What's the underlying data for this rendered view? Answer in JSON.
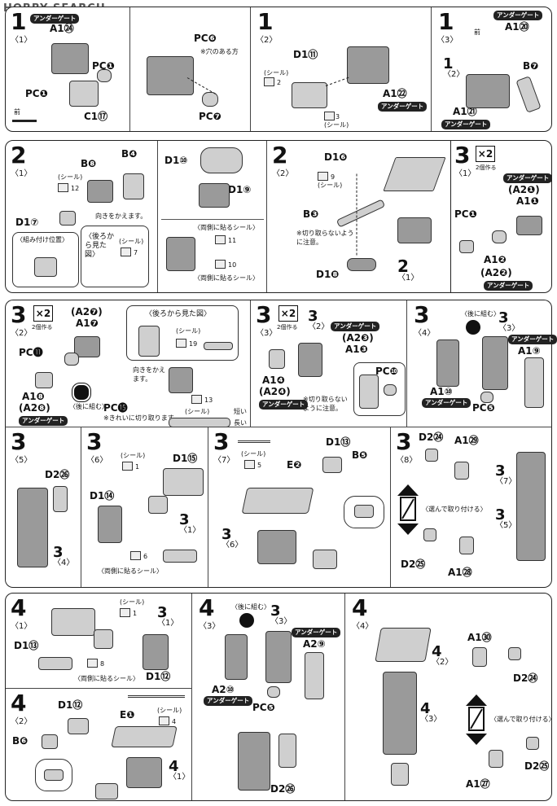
{
  "header": {
    "brand": "HOBBY SEARCH"
  },
  "common": {
    "under_gate": "アンダーゲート",
    "seal": "(シール)",
    "front": "前",
    "x2": "×2",
    "make_two": "2個作る",
    "combine_behind": "〈後に組む〉"
  },
  "steps": {
    "s1a": {
      "num": "1",
      "sub": "〈1〉",
      "labels": [
        "A1㉔",
        "PC❶",
        "PC❶",
        "C1⑰"
      ]
    },
    "s1b": {
      "labels": [
        "PC❻",
        "※穴のある方",
        "PC❼"
      ]
    },
    "s1c": {
      "num": "1",
      "sub": "〈2〉",
      "labels": [
        "D1⑪",
        "A1㉒",
        "2",
        "3"
      ]
    },
    "s1d": {
      "num": "1",
      "sub": "〈3〉",
      "labels": [
        "A1⑳",
        "B❼",
        "A1㉑"
      ],
      "inner": "1",
      "inner_sub": "〈2〉"
    },
    "s2a": {
      "num": "2",
      "sub": "〈1〉",
      "labels": [
        "B❽",
        "B❹",
        "D1⑦",
        "12"
      ],
      "note_dir": "向きをかえます。",
      "note_attach": "〈組み付け位置〉",
      "note_back": "〈後ろから見た図〉",
      "sticker": "7"
    },
    "s2b": {
      "labels": [
        "D1⑩",
        "D1⑨"
      ],
      "note_both1": "〈両側に貼るシール〉",
      "note_both2": "〈両側に貼るシール〉",
      "stickers": [
        "11",
        "10"
      ]
    },
    "s2c": {
      "num": "2",
      "sub": "〈2〉",
      "labels": [
        "D1❻",
        "B❸",
        "D1❽",
        "9"
      ],
      "note_cut": "※切り取らないように注意。",
      "inner": "2",
      "inner_sub": "〈1〉"
    },
    "s3a": {
      "num": "3",
      "sub": "〈1〉",
      "labels": [
        "(A2❶)",
        "A1❶",
        "PC❶",
        "A1❷",
        "(A2❷)"
      ]
    },
    "s3b": {
      "num": "3",
      "sub": "〈2〉",
      "labels": [
        "(A2❼)",
        "A1❼",
        "PC⓫",
        "A1❽",
        "(A2❽)"
      ],
      "note_back": "〈後ろから見た図〉",
      "note_dir": "向きをかえます。",
      "note_cut": "※きれいに切り取ります。",
      "sticker": "19",
      "sticker2": "13",
      "pc": "PC⓯",
      "short": "短い",
      "long": "長い"
    },
    "s3c": {
      "num": "3",
      "sub": "〈3〉",
      "labels": [
        "3",
        "〈2〉",
        "(A2❸)",
        "A1❸",
        "A1❹",
        "(A2❹)",
        "PC❿"
      ],
      "note_cut": "※切り取らないように注意。"
    },
    "s3d": {
      "num": "3",
      "sub": "〈4〉",
      "labels": [
        "3",
        "〈3〉",
        "A1⑨",
        "A1⑩",
        "PC❺"
      ]
    },
    "s3e": {
      "num": "3",
      "sub": "〈5〉",
      "labels": [
        "D2㉖",
        "3",
        "〈4〉"
      ]
    },
    "s3f": {
      "num": "3",
      "sub": "〈6〉",
      "labels": [
        "D1⑮",
        "D1⑭",
        "3",
        "〈1〉",
        "1",
        "6"
      ],
      "note_both": "〈両側に貼るシール〉"
    },
    "s3g": {
      "num": "3",
      "sub": "〈7〉",
      "labels": [
        "E❷",
        "D1⑬",
        "B❺",
        "3",
        "〈6〉",
        "5"
      ]
    },
    "s3h": {
      "num": "3",
      "sub": "〈8〉",
      "labels": [
        "D2㉔",
        "A1㉙",
        "D2㉕",
        "A1㉘",
        "3",
        "〈7〉",
        "3",
        "〈5〉"
      ],
      "note_sel": "〈選んで取り付ける〉"
    },
    "s4a": {
      "num": "4",
      "sub": "〈1〉",
      "labels": [
        "D1⑬",
        "D1⑫",
        "3",
        "〈1〉",
        "1",
        "8"
      ],
      "note_both": "〈両側に貼るシール〉"
    },
    "s4b": {
      "num": "4",
      "sub": "〈3〉",
      "labels": [
        "3",
        "〈3〉",
        "A2⑨",
        "A2⑩",
        "PC❺",
        "D2㉖"
      ]
    },
    "s4c": {
      "num": "4",
      "sub": "〈4〉",
      "labels": [
        "4",
        "〈2〉",
        "4",
        "〈3〉",
        "A1㉚",
        "D2㉔",
        "D2㉕",
        "A1㉗"
      ],
      "note_sel": "〈選んで取り付ける〉"
    },
    "s4d": {
      "num": "4",
      "sub": "〈2〉",
      "labels": [
        "D1⑫",
        "E❶",
        "B❻",
        "4",
        "〈1〉",
        "4"
      ]
    }
  }
}
